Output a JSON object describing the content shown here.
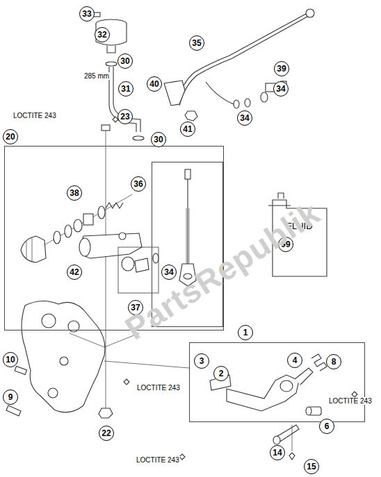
{
  "diagram": {
    "nodes": [
      {
        "text": [
          "20"
        ]
      },
      {
        "text": [
          "36"
        ],
        "in": 0
      },
      {
        "text": [
          "1"
        ]
      }
    ],
    "labels": [
      "33",
      "32",
      "30",
      "285 mm",
      "31",
      "35",
      "40",
      "41",
      "39",
      "34",
      "34",
      "LOCTITE 243",
      "23",
      "30",
      "38",
      "42",
      "34",
      "37",
      "99",
      "FLUID",
      "10",
      "9",
      "22",
      "3",
      "2",
      "4",
      "8",
      "LOCTITE 243",
      "LOCTITE 243",
      "6",
      "14",
      "15",
      "LOCTITE 243",
      "PartsRepublik"
    ]
  }
}
